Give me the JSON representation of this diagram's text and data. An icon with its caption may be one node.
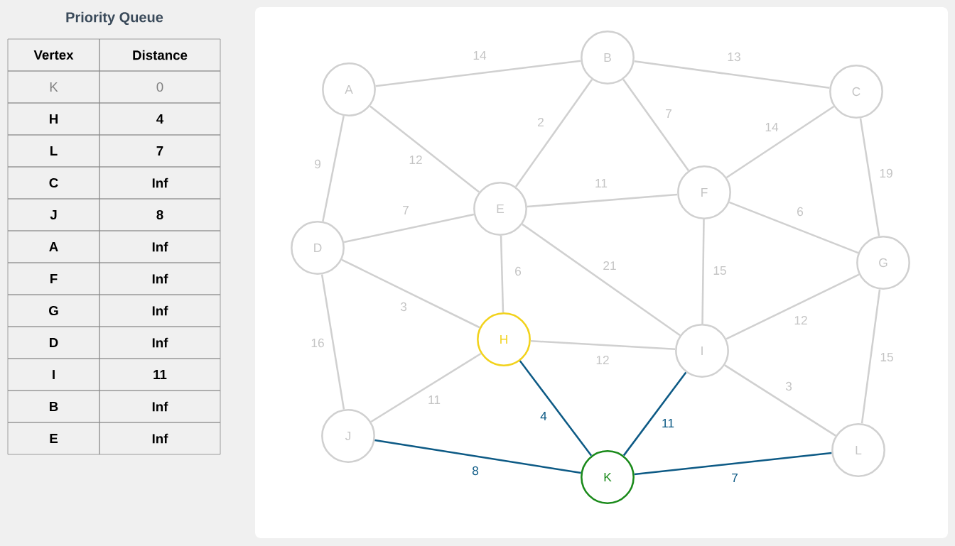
{
  "diagram": {
    "title": "Priority Queue",
    "nodes": [
      {
        "text": [
          "A"
        ]
      },
      {
        "text": [
          "B"
        ]
      },
      {
        "text": [
          "C"
        ]
      },
      {
        "text": [
          "D"
        ]
      },
      {
        "text": [
          "E"
        ]
      },
      {
        "text": [
          "F"
        ]
      },
      {
        "text": [
          "G"
        ]
      },
      {
        "text": [
          "H"
        ]
      },
      {
        "text": [
          "I"
        ]
      },
      {
        "text": [
          "J"
        ]
      },
      {
        "text": [
          "K"
        ]
      },
      {
        "text": [
          "L"
        ]
      }
    ],
    "edges": [
      {
        "from": 0,
        "to": 1,
        "arrow": "none",
        "label": "14"
      },
      {
        "from": 1,
        "to": 2,
        "arrow": "none",
        "label": "13"
      },
      {
        "from": 0,
        "to": 4,
        "arrow": "none",
        "label": "12"
      },
      {
        "from": 0,
        "to": 3,
        "arrow": "none",
        "label": "9"
      },
      {
        "from": 1,
        "to": 4,
        "arrow": "none",
        "label": "2"
      },
      {
        "from": 1,
        "to": 5,
        "arrow": "none",
        "label": "7"
      },
      {
        "from": 2,
        "to": 5,
        "arrow": "none",
        "label": "14"
      },
      {
        "from": 2,
        "to": 6,
        "arrow": "none",
        "label": "19"
      },
      {
        "from": 4,
        "to": 5,
        "arrow": "none",
        "label": "11"
      },
      {
        "from": 3,
        "to": 4,
        "arrow": "none",
        "label": "7"
      },
      {
        "from": 4,
        "to": 7,
        "arrow": "none",
        "label": "6"
      },
      {
        "from": 4,
        "to": 8,
        "arrow": "none",
        "label": "21"
      },
      {
        "from": 5,
        "to": 6,
        "arrow": "none",
        "label": "6"
      },
      {
        "from": 5,
        "to": 8,
        "arrow": "none",
        "label": "15"
      },
      {
        "from": 3,
        "to": 7,
        "arrow": "none",
        "label": "3"
      },
      {
        "from": 3,
        "to": 9,
        "arrow": "none",
        "label": "16"
      },
      {
        "from": 6,
        "to": 8,
        "arrow": "none",
        "label": "12"
      },
      {
        "from": 6,
        "to": 11,
        "arrow": "none",
        "label": "15"
      },
      {
        "from": 7,
        "to": 8,
        "arrow": "none",
        "label": "12"
      },
      {
        "from": 7,
        "to": 9,
        "arrow": "none",
        "label": "11"
      },
      {
        "from": 8,
        "to": 11,
        "arrow": "none",
        "label": "3"
      },
      {
        "from": 7,
        "to": 10,
        "arrow": "none",
        "label": "4",
        "color": "#0d5a85"
      },
      {
        "from": 8,
        "to": 10,
        "arrow": "none",
        "label": "11",
        "color": "#0d5a85"
      },
      {
        "from": 9,
        "to": 10,
        "arrow": "none",
        "label": "8",
        "color": "#0d5a85"
      },
      {
        "from": 10,
        "to": 11,
        "arrow": "none",
        "label": "7",
        "color": "#0d5a85"
      }
    ],
    "labels": [
      "Vertex",
      "Distance",
      "K",
      "0",
      "H",
      "4",
      "L",
      "7",
      "C",
      "Inf",
      "J",
      "8",
      "A",
      "Inf",
      "F",
      "Inf",
      "G",
      "Inf",
      "D",
      "Inf",
      "I",
      "11",
      "B",
      "Inf",
      "E",
      "Inf"
    ]
  }
}
